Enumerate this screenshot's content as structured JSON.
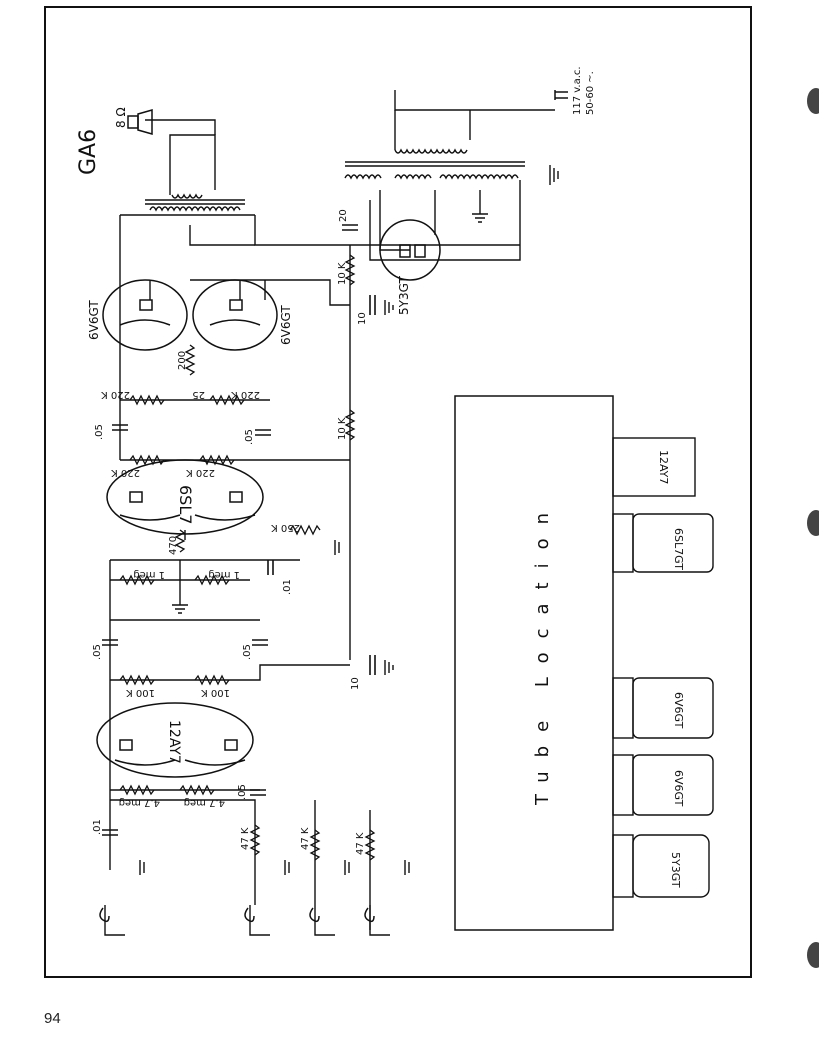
{
  "page": {
    "number": "94"
  },
  "schematic": {
    "model": "GA6",
    "speaker_impedance": "8 Ω",
    "power_input": [
      "117 v.a.c.",
      "50-60 ∼."
    ],
    "tubes": {
      "rectifier": "5Y3GT",
      "output_a": "6V6GT",
      "output_b": "6V6GT",
      "phase_inverter": "6SL7",
      "preamp": "12AY7"
    },
    "components": {
      "c_filter_1": "20",
      "c_filter_2": "10",
      "c_filter_3": "10",
      "r_drop_1": "10 K",
      "r_drop_2": "10 K",
      "r_cathode_out": "200",
      "r_grid_1": "220 K",
      "r_grid_2": "220 K",
      "c_bypass": "25",
      "r_plate_1": "220 K",
      "r_plate_2": "220 K",
      "c_couple_1": ".05",
      "c_couple_2": ".05",
      "r_cathode_pi": "470",
      "pot_tone": "250 K",
      "r_grid_pi_1": "1 meg",
      "r_grid_pi_2": "1 meg",
      "c_tone": ".01",
      "c_couple_3": ".05",
      "c_couple_4": ".05",
      "r_plate_pre_1": "100 K",
      "r_plate_pre_2": "100 K",
      "r_grid_pre_1": "4.7 meg",
      "r_grid_pre_2": "4.7 meg",
      "c_cathode_pre": ".05",
      "c_input": ".01",
      "r_input_1": "47 K",
      "r_input_2": "47 K",
      "r_input_3": "47 K"
    }
  },
  "tube_location": {
    "title": "Tube Location",
    "sockets": [
      "12AY7",
      "6SL7GT",
      "6V6GT",
      "6V6GT",
      "5Y3GT"
    ]
  }
}
